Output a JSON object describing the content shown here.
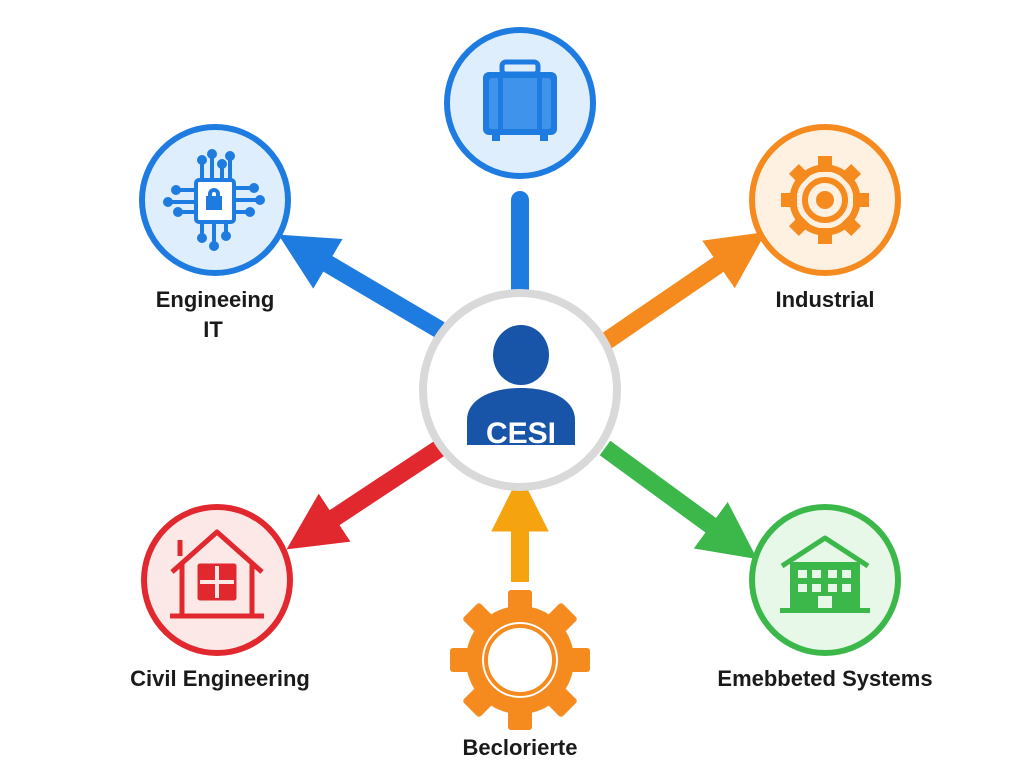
{
  "center": {
    "label": "CESI"
  },
  "nodes": [
    {
      "id": "engineering-it",
      "label_line1": "Engineeing",
      "label_line2": "IT",
      "icon": "circuit-lock-icon",
      "color": "#1e7be0"
    },
    {
      "id": "business",
      "label": "",
      "icon": "briefcase-icon",
      "color": "#1e7be0"
    },
    {
      "id": "industrial",
      "label": "Industrial",
      "icon": "gear-icon",
      "color": "#f58a1f"
    },
    {
      "id": "civil-engineering",
      "label": "Civil Engineering",
      "icon": "house-icon",
      "color": "#e0282e"
    },
    {
      "id": "beclorierte",
      "label": "Beclorierte",
      "icon": "gear-icon",
      "color": "#f58a1f"
    },
    {
      "id": "embedded-systems",
      "label": "Emebbeted Systems",
      "icon": "building-icon",
      "color": "#3cb84a"
    }
  ],
  "colors": {
    "blue": "#1e7be0",
    "orange": "#f58a1f",
    "red": "#e0282e",
    "green": "#3cb84a",
    "yellow": "#f5a40f",
    "center_ring": "#d9d9d9",
    "person": "#1855a8"
  }
}
